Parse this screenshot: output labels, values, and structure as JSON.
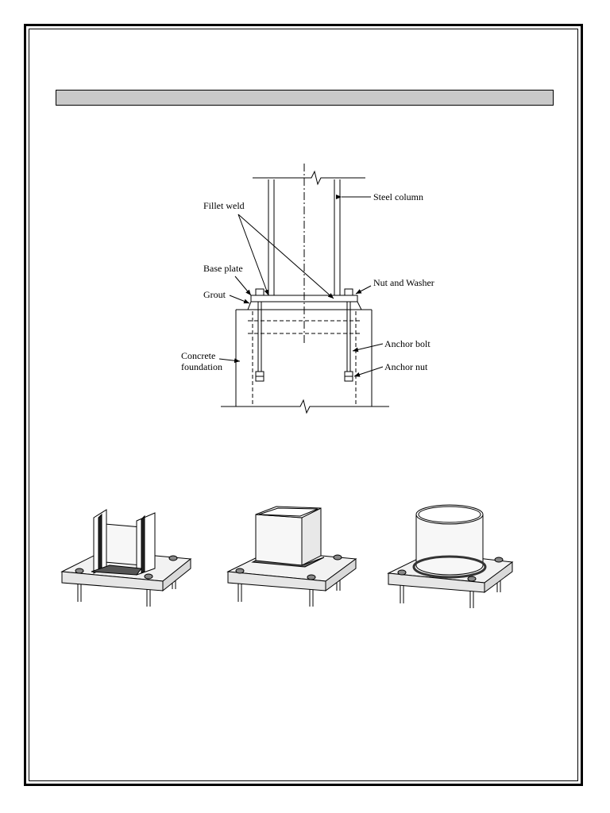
{
  "header_bar": {
    "text": ""
  },
  "diagram": {
    "labels": {
      "steel_column": "Steel column",
      "fillet_weld": "Fillet weld",
      "base_plate": "Base plate",
      "nut_and_washer": "Nut and Washer",
      "grout": "Grout",
      "anchor_bolt": "Anchor bolt",
      "concrete_foundation_line1": "Concrete",
      "concrete_foundation_line2": "foundation",
      "anchor_nut": "Anchor nut"
    }
  },
  "illustrations": [
    {
      "id": "wide-flange-column-base",
      "icon": "wide-flange-column-icon"
    },
    {
      "id": "square-hss-column-base",
      "icon": "square-tube-column-icon"
    },
    {
      "id": "round-pipe-column-base",
      "icon": "round-pipe-column-icon"
    }
  ]
}
